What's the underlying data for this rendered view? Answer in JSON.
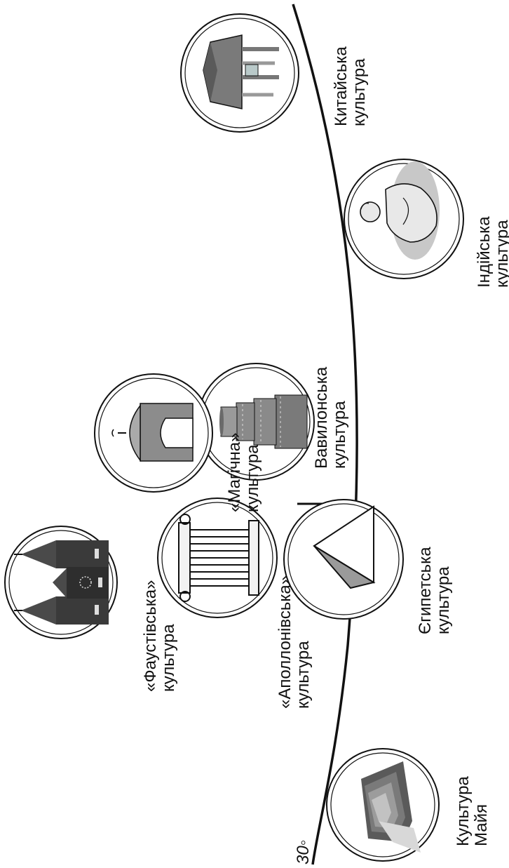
{
  "timeline": {
    "marker": "30◦"
  },
  "cultures": [
    {
      "id": "maya",
      "icon": "stepped-pyramid-icon",
      "line1": "Культура",
      "line2": "Майя"
    },
    {
      "id": "faustian",
      "icon": "gothic-cathedral-icon",
      "line1": "«Фаустівська»",
      "line2": "культура"
    },
    {
      "id": "apollonian",
      "icon": "greek-column-icon",
      "line1": "«Аполлонівська»",
      "line2": "культура"
    },
    {
      "id": "magian",
      "icon": "mosque-dome-icon",
      "line1": "«Магічна»",
      "line2": "культура"
    },
    {
      "id": "egyptian",
      "icon": "pyramid-icon",
      "line1": "Єгипетська",
      "line2": "культура"
    },
    {
      "id": "babylonian",
      "icon": "ziggurat-tower-icon",
      "line1": "Вавилонська",
      "line2": "культура"
    },
    {
      "id": "indian",
      "icon": "buddha-statue-icon",
      "line1": "Індійська",
      "line2": "культура"
    },
    {
      "id": "chinese",
      "icon": "pavilion-icon",
      "line1": "Китайська",
      "line2": "культура"
    }
  ],
  "colors": {
    "line": "#111111",
    "icon_dark": "#3a3a3a",
    "icon_mid": "#8c8c8c",
    "icon_light": "#cfcfcf"
  }
}
